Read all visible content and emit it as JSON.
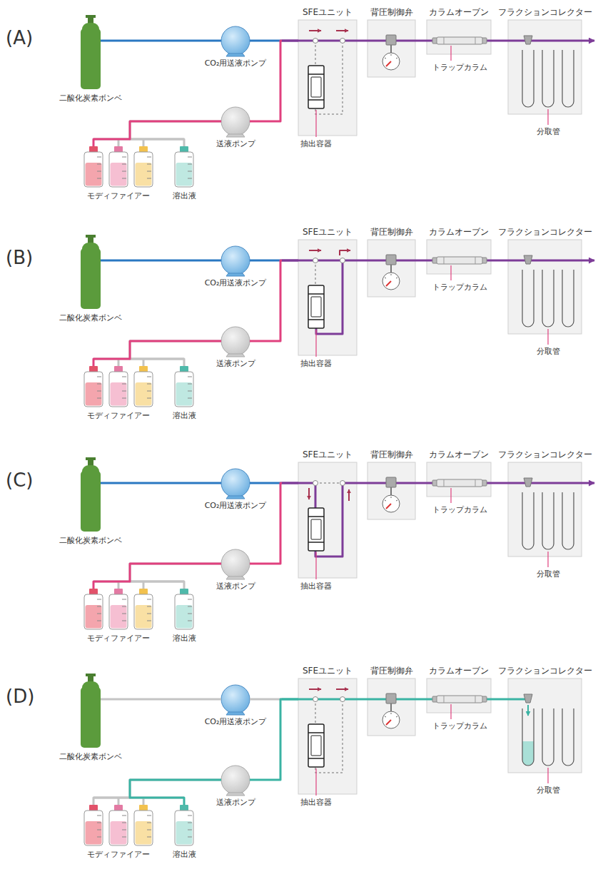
{
  "diagram": {
    "nodes": [
      {
        "text": [
          "二酸化炭素ボンベ"
        ]
      },
      {
        "text": [
          "CO₂用送液ポンプ"
        ]
      },
      {
        "text": [
          "送液ポンプ"
        ]
      },
      {
        "text": [
          "モディファイアー"
        ]
      },
      {
        "text": [
          "溶出液"
        ]
      },
      {
        "text": [
          "SFEユニット"
        ]
      },
      {
        "text": [
          "抽出容器"
        ],
        "in": 5
      },
      {
        "text": [
          "背圧制御弁"
        ]
      },
      {
        "text": [
          "カラムオーブン"
        ]
      },
      {
        "text": [
          "トラップカラム"
        ],
        "in": 8
      },
      {
        "text": [
          "フラクションコレクター"
        ]
      },
      {
        "text": [
          "分取管"
        ],
        "in": 10
      },
      {
        "text": [
          "二酸化炭素ボンベ"
        ]
      },
      {
        "text": [
          "CO₂用送液ポンプ"
        ]
      },
      {
        "text": [
          "送液ポンプ"
        ]
      },
      {
        "text": [
          "モディファイアー"
        ]
      },
      {
        "text": [
          "溶出液"
        ]
      },
      {
        "text": [
          "SFEユニット"
        ]
      },
      {
        "text": [
          "抽出容器"
        ],
        "in": 17
      },
      {
        "text": [
          "背圧制御弁"
        ]
      },
      {
        "text": [
          "カラムオーブン"
        ]
      },
      {
        "text": [
          "トラップカラム"
        ],
        "in": 20
      },
      {
        "text": [
          "フラクションコレクター"
        ]
      },
      {
        "text": [
          "分取管"
        ],
        "in": 22
      },
      {
        "text": [
          "二酸化炭素ボンベ"
        ]
      },
      {
        "text": [
          "CO₂用送液ポンプ"
        ]
      },
      {
        "text": [
          "送液ポンプ"
        ]
      },
      {
        "text": [
          "モディファイアー"
        ]
      },
      {
        "text": [
          "溶出液"
        ]
      },
      {
        "text": [
          "SFEユニット"
        ]
      },
      {
        "text": [
          "抽出容器"
        ],
        "in": 29
      },
      {
        "text": [
          "背圧制御弁"
        ]
      },
      {
        "text": [
          "カラムオーブン"
        ]
      },
      {
        "text": [
          "トラップカラム"
        ],
        "in": 32
      },
      {
        "text": [
          "フラクションコレクター"
        ]
      },
      {
        "text": [
          "分取管"
        ],
        "in": 34
      },
      {
        "text": [
          "二酸化炭素ボンベ"
        ]
      },
      {
        "text": [
          "CO₂用送液ポンプ"
        ]
      },
      {
        "text": [
          "送液ポンプ"
        ]
      },
      {
        "text": [
          "モディファイアー"
        ]
      },
      {
        "text": [
          "溶出液"
        ]
      },
      {
        "text": [
          "SFEユニット"
        ]
      },
      {
        "text": [
          "抽出容器"
        ],
        "in": 41
      },
      {
        "text": [
          "背圧制御弁"
        ]
      },
      {
        "text": [
          "カラムオーブン"
        ]
      },
      {
        "text": [
          "トラップカラム"
        ],
        "in": 44
      },
      {
        "text": [
          "フラクションコレクター"
        ]
      },
      {
        "text": [
          "分取管"
        ],
        "in": 46
      }
    ],
    "edges": [
      {
        "from": 0,
        "to": 1,
        "arrow": "none"
      },
      {
        "from": 1,
        "to": 5,
        "arrow": "none"
      },
      {
        "from": 3,
        "to": 2,
        "arrow": "none"
      },
      {
        "from": 4,
        "to": 2,
        "arrow": "none"
      },
      {
        "from": 2,
        "to": 5,
        "arrow": "none"
      },
      {
        "from": 5,
        "to": 7,
        "arrow": "none"
      },
      {
        "from": 7,
        "to": 8,
        "arrow": "none"
      },
      {
        "from": 8,
        "to": 10,
        "arrow": "none"
      },
      {
        "from": 12,
        "to": 13,
        "arrow": "none"
      },
      {
        "from": 13,
        "to": 17,
        "arrow": "none"
      },
      {
        "from": 15,
        "to": 14,
        "arrow": "none"
      },
      {
        "from": 16,
        "to": 14,
        "arrow": "none"
      },
      {
        "from": 14,
        "to": 17,
        "arrow": "none"
      },
      {
        "from": 17,
        "to": 19,
        "arrow": "none"
      },
      {
        "from": 19,
        "to": 20,
        "arrow": "none"
      },
      {
        "from": 20,
        "to": 22,
        "arrow": "none"
      },
      {
        "from": 24,
        "to": 25,
        "arrow": "none"
      },
      {
        "from": 25,
        "to": 29,
        "arrow": "none"
      },
      {
        "from": 27,
        "to": 26,
        "arrow": "none"
      },
      {
        "from": 28,
        "to": 26,
        "arrow": "none"
      },
      {
        "from": 26,
        "to": 29,
        "arrow": "none"
      },
      {
        "from": 29,
        "to": 31,
        "arrow": "none"
      },
      {
        "from": 31,
        "to": 32,
        "arrow": "none"
      },
      {
        "from": 32,
        "to": 34,
        "arrow": "none"
      },
      {
        "from": 36,
        "to": 37,
        "arrow": "none"
      },
      {
        "from": 37,
        "to": 41,
        "arrow": "none"
      },
      {
        "from": 39,
        "to": 38,
        "arrow": "none"
      },
      {
        "from": 40,
        "to": 38,
        "arrow": "none"
      },
      {
        "from": 38,
        "to": 41,
        "arrow": "none"
      },
      {
        "from": 41,
        "to": 43,
        "arrow": "none"
      },
      {
        "from": 43,
        "to": 44,
        "arrow": "none"
      },
      {
        "from": 44,
        "to": 46,
        "arrow": "none"
      }
    ],
    "labels": [
      "(A)",
      "(B)",
      "(C)",
      "(D)"
    ]
  }
}
